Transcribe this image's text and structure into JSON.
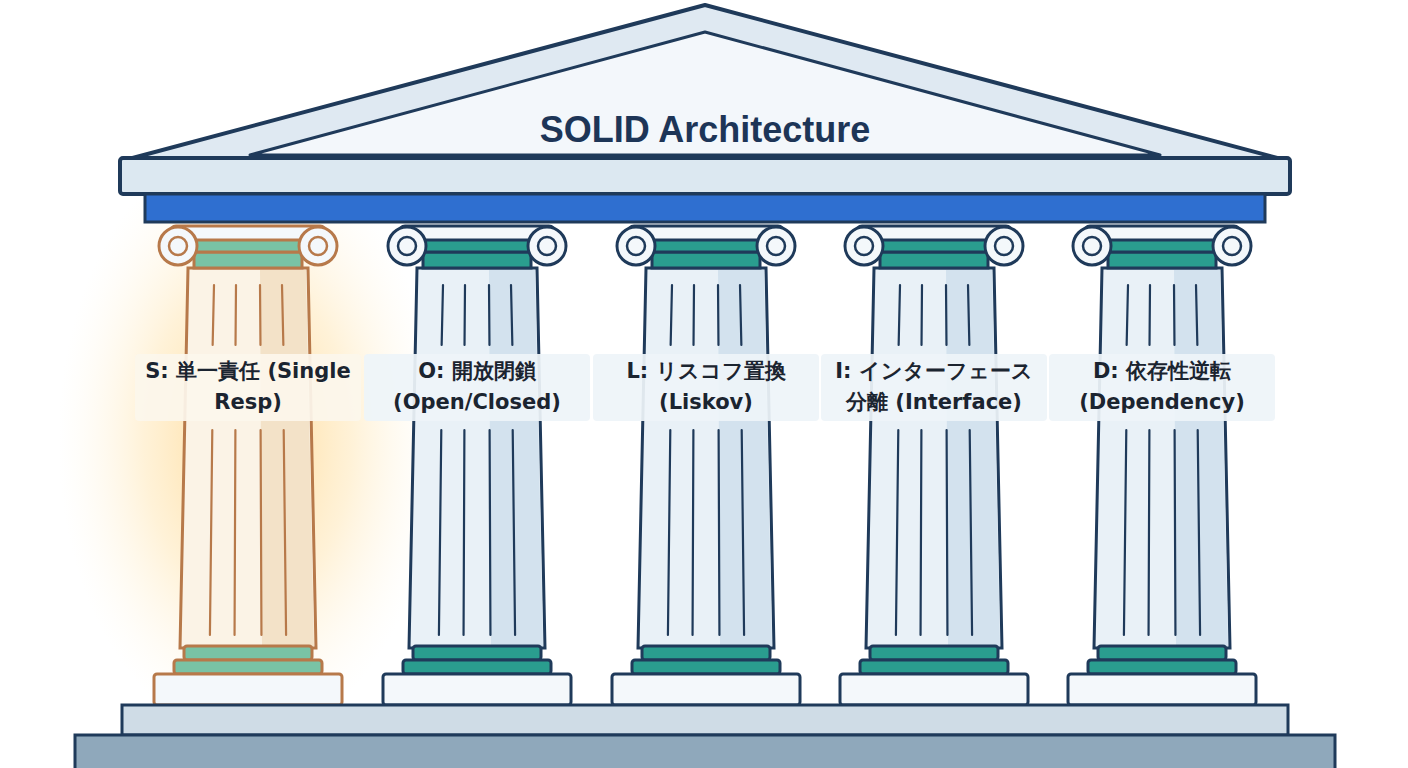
{
  "diagram": {
    "title": "SOLID Architecture",
    "nodes": [
      {
        "text": [
          "S: 単一責任 (Single Resp)"
        ]
      },
      {
        "text": [
          "O: 開放閉鎖 (Open/Closed)"
        ]
      },
      {
        "text": [
          "L: リスコフ置換 (Liskov)"
        ]
      },
      {
        "text": [
          "I: インターフェース 分離 (Interface)"
        ]
      },
      {
        "text": [
          "D: 依存性逆転 (Dependency)"
        ]
      }
    ]
  }
}
